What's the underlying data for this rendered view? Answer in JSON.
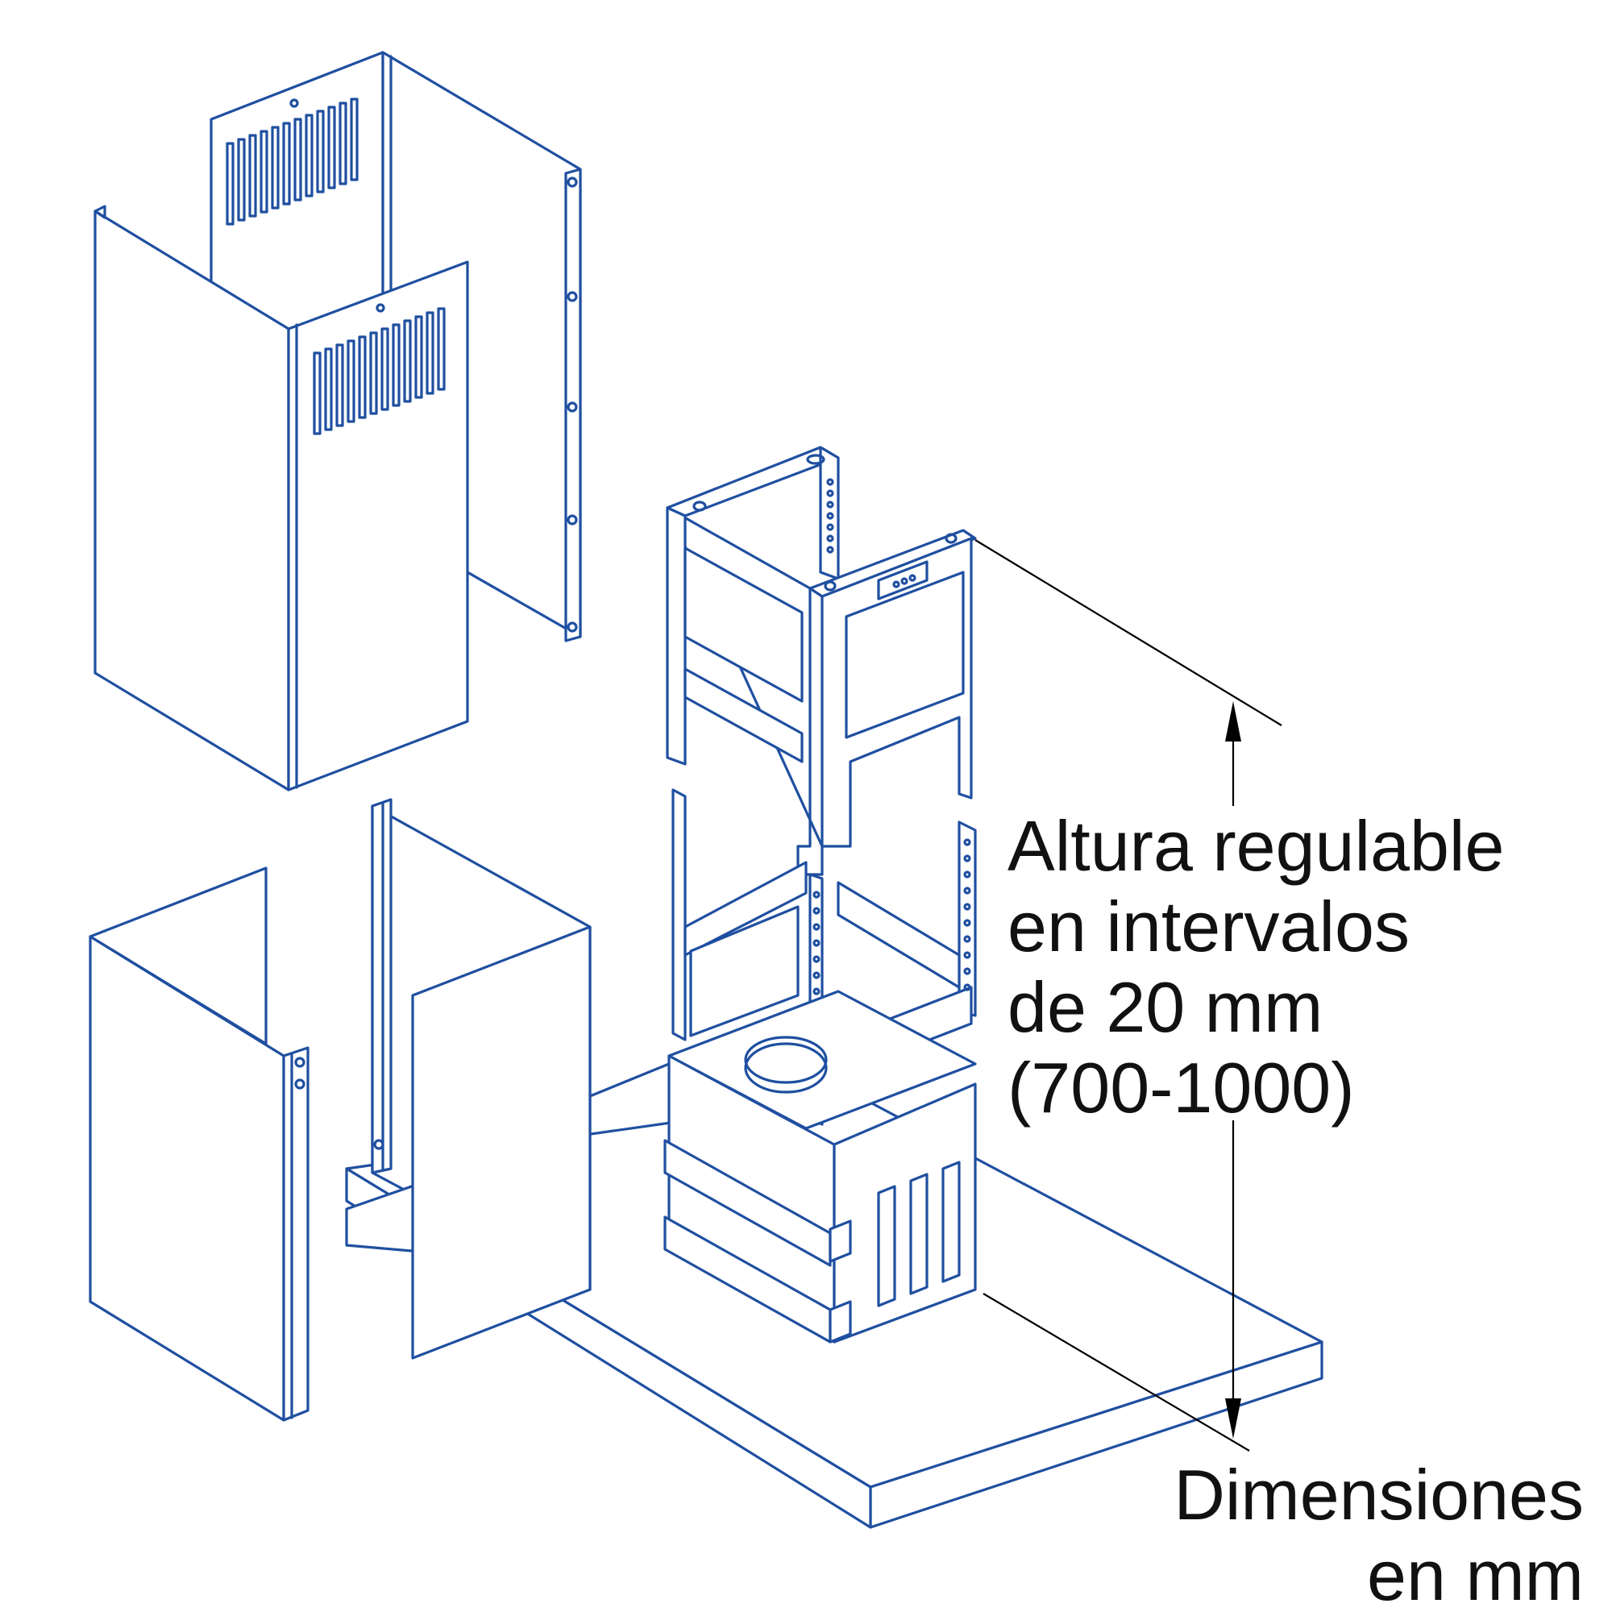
{
  "annotation": {
    "line1": "Altura regulable",
    "line2": "en intervalos",
    "line3": "de 20 mm",
    "line4": "(700-1000)"
  },
  "units_note": {
    "line1": "Dimensiones",
    "line2": "en mm"
  },
  "colors": {
    "line": "#1f4fa0",
    "dimension": "#000000",
    "background": "#ffffff"
  }
}
